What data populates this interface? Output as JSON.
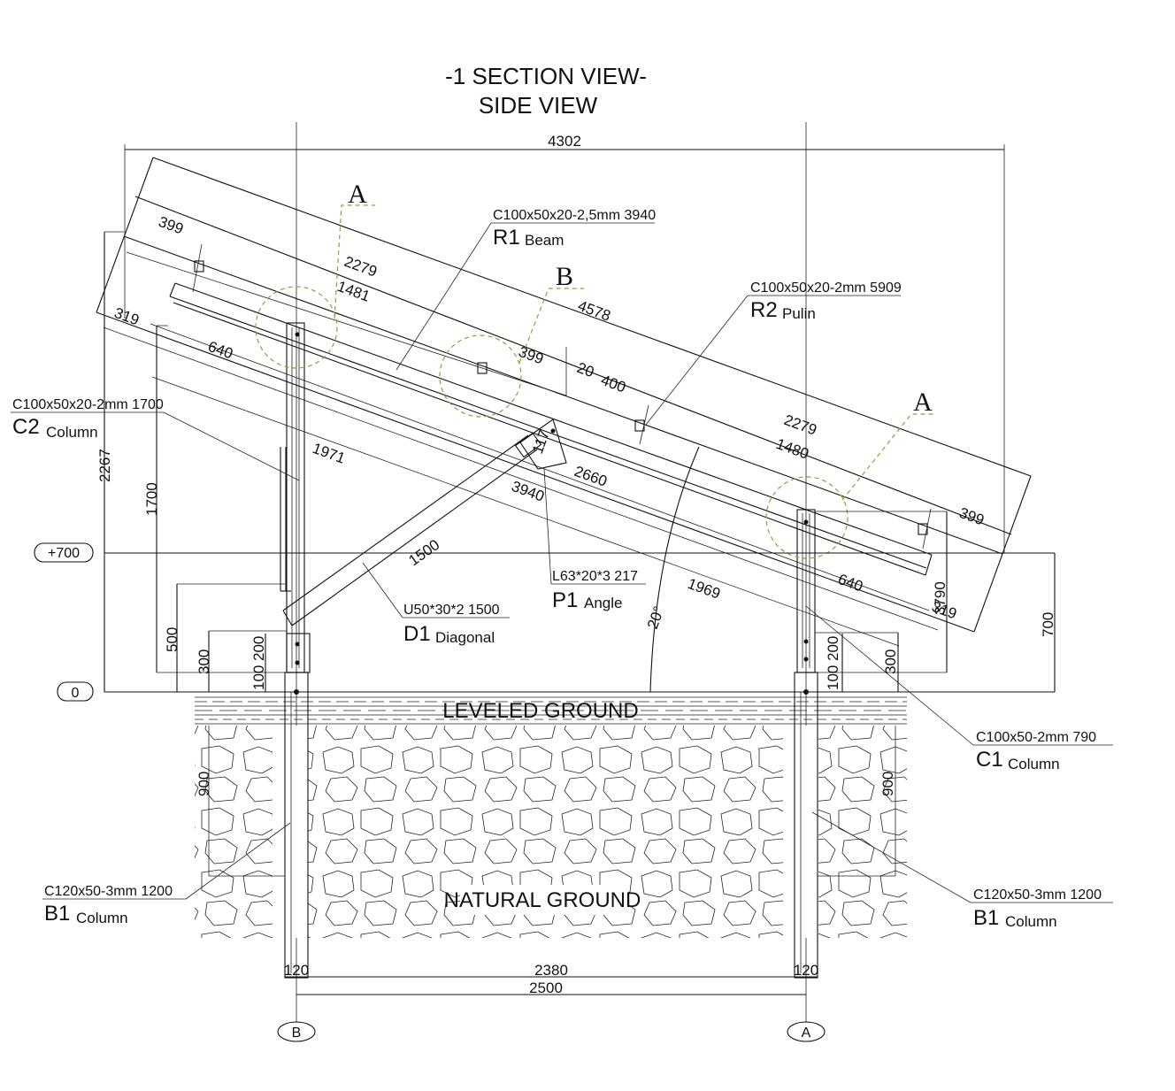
{
  "title": {
    "line1": "-1 SECTION VIEW-",
    "line2": "SIDE VIEW"
  },
  "dimensions": {
    "overall_width": "4302",
    "top_399_left": "399",
    "d_2279_upper": "2279",
    "d_1481": "1481",
    "d_4578": "4578",
    "d_319_left": "319",
    "d_640_left": "640",
    "d_399_mid": "399",
    "d_20": "20",
    "d_400": "400",
    "d_2279_right": "2279",
    "d_1480": "1480",
    "d_399_right": "399",
    "d_1971": "1971",
    "d_117": "117",
    "d_2660": "2660",
    "d_3940": "3940",
    "d_1500": "1500",
    "d_1969": "1969",
    "d_640_right": "640",
    "d_3790": "3790",
    "d_319_right": "319",
    "d_2267": "2267",
    "d_1700": "1700",
    "d_700": "700",
    "d_500": "500",
    "d_300_left": "300",
    "d_200_left": "200",
    "d_100_left": "100",
    "d_200_right": "200",
    "d_100_right": "100",
    "d_300_right": "300",
    "d_900_left": "900",
    "d_900_right": "900",
    "d_120_left": "120",
    "d_120_right": "120",
    "d_2380": "2380",
    "d_2500": "2500",
    "angle": "20°"
  },
  "levels": {
    "plus700": "+700",
    "zero": "0"
  },
  "grid_axes": {
    "left": "B",
    "right": "A"
  },
  "detail_markers": {
    "a_top": "A",
    "b_mid": "B",
    "a_right": "A"
  },
  "ground": {
    "leveled": "LEVELED GROUND",
    "natural": "NATURAL GROUND"
  },
  "members": {
    "r1": {
      "spec": "C100x50x20-2,5mm 3940",
      "code": "R1",
      "name": "Beam"
    },
    "r2": {
      "spec": "C100x50x20-2mm 5909",
      "code": "R2",
      "name": "Pulin"
    },
    "c2": {
      "spec": "C100x50x20-2mm 1700",
      "code": "C2",
      "name": "Column"
    },
    "p1": {
      "spec": "L63*20*3   217",
      "code": "P1",
      "name": "Angle"
    },
    "d1": {
      "spec": "U50*30*2  1500",
      "code": "D1",
      "name": "Diagonal"
    },
    "c1": {
      "spec": "C100x50-2mm    790",
      "code": "C1",
      "name": "Column"
    },
    "b1_left": {
      "spec": "C120x50-3mm    1200",
      "code": "B1",
      "name": "Column"
    },
    "b1_right": {
      "spec": "C120x50-3mm    1200",
      "code": "B1",
      "name": "Column"
    }
  }
}
